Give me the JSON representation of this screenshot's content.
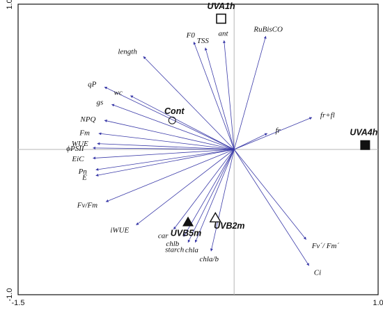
{
  "chart_data": {
    "type": "biplot",
    "xlim": [
      -1.5,
      1.0
    ],
    "ylim": [
      -1.0,
      1.0
    ],
    "x_ticks": [
      {
        "value": -1.5,
        "label": "-1.5"
      },
      {
        "value": 1.0,
        "label": "1.0"
      }
    ],
    "y_ticks": [
      {
        "value": 1.0,
        "label": "1.0"
      },
      {
        "value": -1.0,
        "label": "-1.0"
      }
    ],
    "variables": [
      {
        "name": "F0",
        "x": -0.28,
        "y": 0.74
      },
      {
        "name": "TSS",
        "x": -0.2,
        "y": 0.7
      },
      {
        "name": "ant",
        "x": -0.07,
        "y": 0.75
      },
      {
        "name": "RuBisCO",
        "x": 0.22,
        "y": 0.78
      },
      {
        "name": "length",
        "x": -0.63,
        "y": 0.64
      },
      {
        "name": "qP",
        "x": -0.9,
        "y": 0.43
      },
      {
        "name": "wc",
        "x": -0.72,
        "y": 0.37
      },
      {
        "name": "gs",
        "x": -0.85,
        "y": 0.31
      },
      {
        "name": "NPQ",
        "x": -0.9,
        "y": 0.2
      },
      {
        "name": "Fm",
        "x": -0.94,
        "y": 0.11
      },
      {
        "name": "fr",
        "x": 0.23,
        "y": 0.11
      },
      {
        "name": "fr+fl",
        "x": 0.54,
        "y": 0.22
      },
      {
        "name": "WUE",
        "x": -0.95,
        "y": 0.04
      },
      {
        "name": "ϕPSII",
        "x": -0.98,
        "y": 0.01
      },
      {
        "name": "EiC",
        "x": -0.98,
        "y": -0.06
      },
      {
        "name": "Pn",
        "x": -0.96,
        "y": -0.14
      },
      {
        "name": "E",
        "x": -0.96,
        "y": -0.18
      },
      {
        "name": "Fv/Fm",
        "x": -0.89,
        "y": -0.36
      },
      {
        "name": "iWUE",
        "x": -0.68,
        "y": -0.52
      },
      {
        "name": "car",
        "x": -0.42,
        "y": -0.55
      },
      {
        "name": "chlb",
        "x": -0.35,
        "y": -0.6
      },
      {
        "name": "starch",
        "x": -0.32,
        "y": -0.64
      },
      {
        "name": "chla",
        "x": -0.27,
        "y": -0.64
      },
      {
        "name": "chla/b",
        "x": -0.16,
        "y": -0.7
      },
      {
        "name": "Fv´/ Fm´",
        "x": 0.5,
        "y": -0.62
      },
      {
        "name": "Ci",
        "x": 0.52,
        "y": -0.8
      }
    ],
    "samples": [
      {
        "name": "UVA1h",
        "x": -0.09,
        "y": 0.9,
        "marker": "square-open"
      },
      {
        "name": "UVA4h",
        "x": 0.91,
        "y": 0.03,
        "marker": "square-filled"
      },
      {
        "name": "Cont",
        "x": -0.43,
        "y": 0.2,
        "marker": "circle-open"
      },
      {
        "name": "UVB2m",
        "x": -0.13,
        "y": -0.47,
        "marker": "triangle-open"
      },
      {
        "name": "UVB5m",
        "x": -0.32,
        "y": -0.5,
        "marker": "triangle-filled"
      }
    ]
  }
}
